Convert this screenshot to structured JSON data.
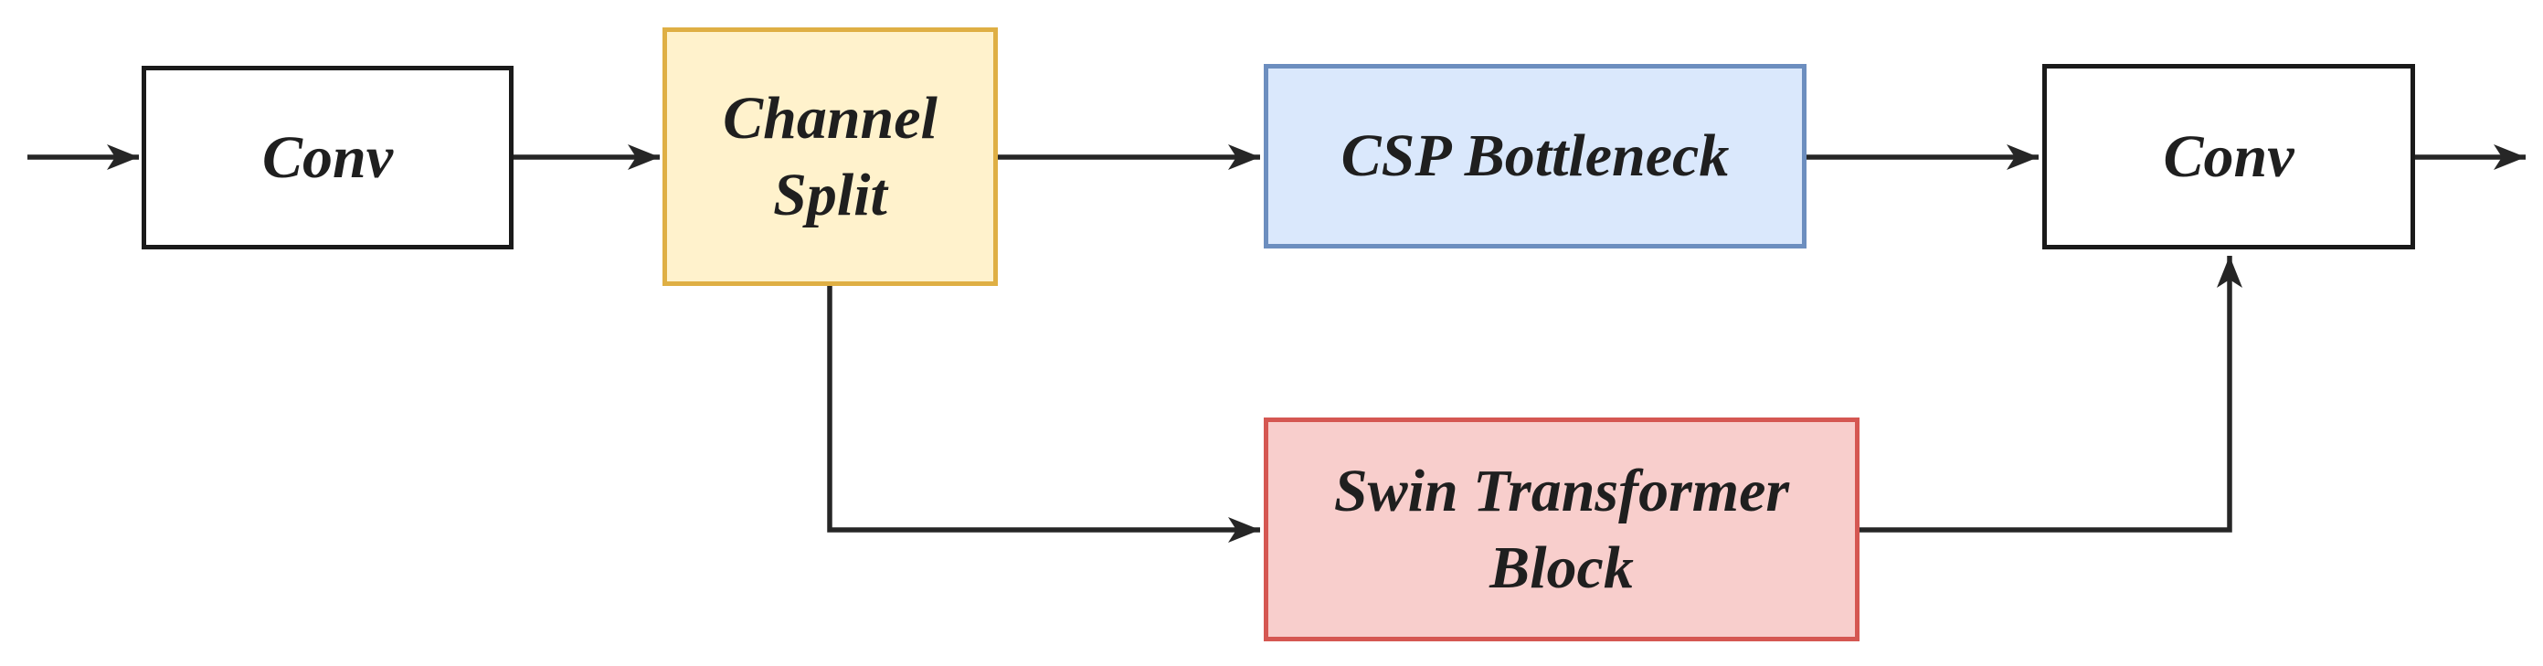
{
  "diagram": {
    "nodes": {
      "conv_input": {
        "label": "Conv"
      },
      "channel_split": {
        "label": "Channel Split",
        "lines": [
          "Channel",
          "Split"
        ]
      },
      "csp_bottleneck": {
        "label": "CSP Bottleneck"
      },
      "swin_transformer_block": {
        "label": "Swin Transformer Block",
        "lines": [
          "Swin Transformer",
          "Block"
        ]
      },
      "conv_output": {
        "label": "Conv"
      }
    },
    "edges": [
      {
        "from": "input",
        "to": "conv_input"
      },
      {
        "from": "conv_input",
        "to": "channel_split"
      },
      {
        "from": "channel_split",
        "to": "csp_bottleneck"
      },
      {
        "from": "csp_bottleneck",
        "to": "conv_output"
      },
      {
        "from": "conv_output",
        "to": "output"
      },
      {
        "from": "channel_split",
        "to": "swin_transformer_block"
      },
      {
        "from": "swin_transformer_block",
        "to": "conv_output"
      }
    ]
  },
  "colors": {
    "ink": "#1f1f1f",
    "edge": "#262626",
    "yellow_fill": "#fff2cc",
    "yellow_border": "#dfaf44",
    "blue_fill": "#dae8fc",
    "blue_border": "#6c8ebf",
    "pink_fill": "#f8cecc",
    "pink_border": "#d55752",
    "white_fill": "#ffffff",
    "black_border": "#1a1a1a",
    "bg": "#ffffff"
  }
}
